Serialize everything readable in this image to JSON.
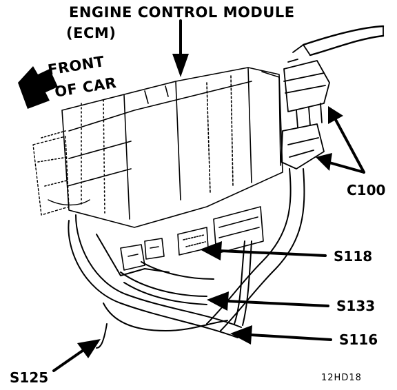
{
  "labels": {
    "ecm_line1": "ENGINE CONTROL MODULE",
    "ecm_line2": "(ECM)",
    "front_line1": "FRONT",
    "front_line2": "OF CAR",
    "c100": "C100",
    "s118": "S118",
    "s133": "S133",
    "s116": "S116",
    "s125": "S125",
    "figure_code": "12HD18"
  },
  "colors": {
    "ink": "#000000",
    "paper": "#ffffff"
  }
}
